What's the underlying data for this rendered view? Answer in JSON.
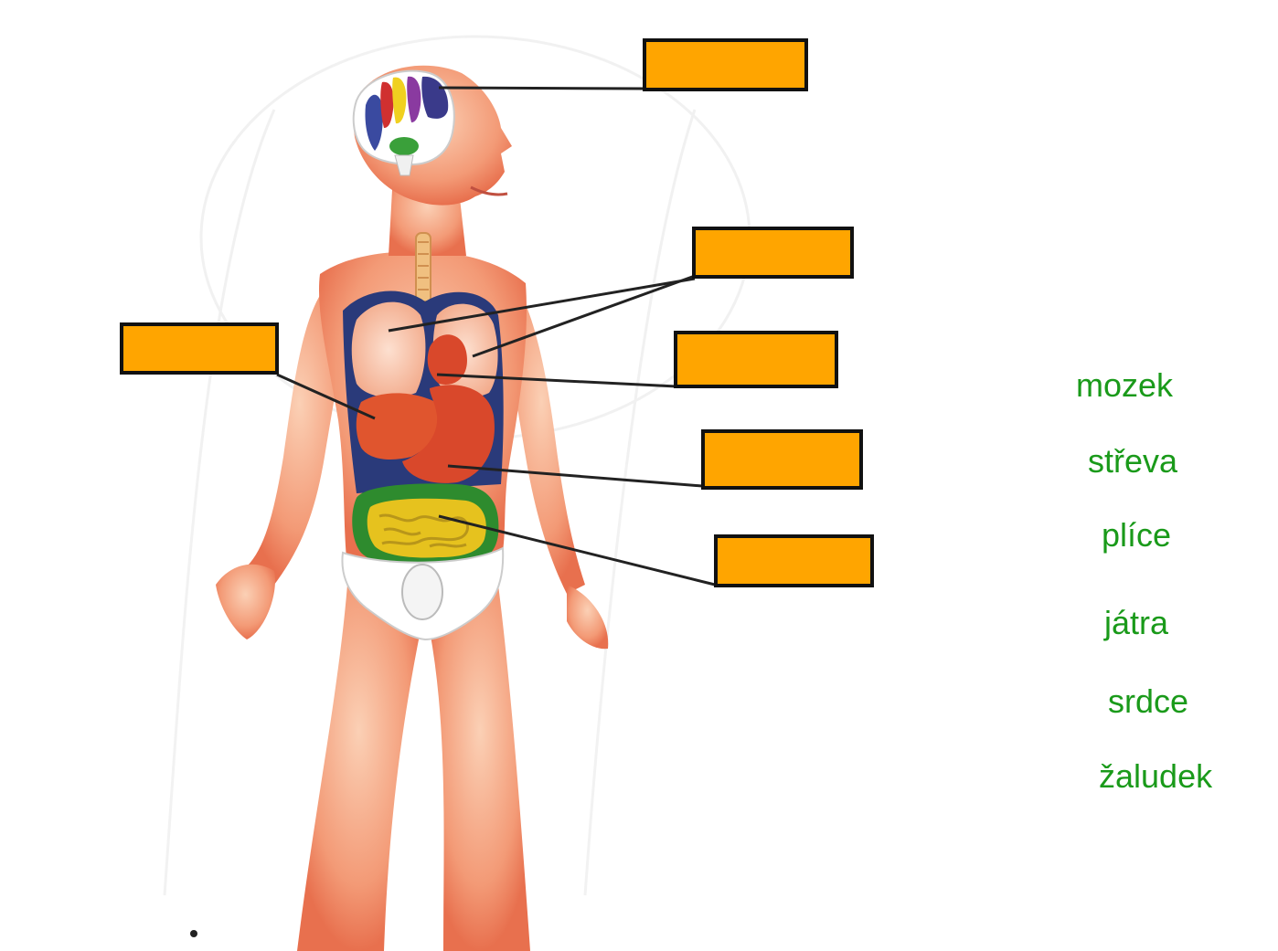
{
  "colors": {
    "slot_fill": "#ffa500",
    "slot_border": "#111111",
    "word_color": "#1a9a1a",
    "skin": "#f2a07a",
    "organ_red": "#d9482b",
    "cavity": "#2a3a7a",
    "intestine_yellow": "#e6c21e",
    "intestine_green": "#2e8b2e"
  },
  "answer_slots": [
    "",
    "",
    "",
    "",
    "",
    ""
  ],
  "word_bank": [
    "mozek",
    "střeva",
    "plíce",
    "játra",
    "srdce",
    "žaludek"
  ],
  "figure": {
    "icon": "human-body-organs-illustration"
  }
}
